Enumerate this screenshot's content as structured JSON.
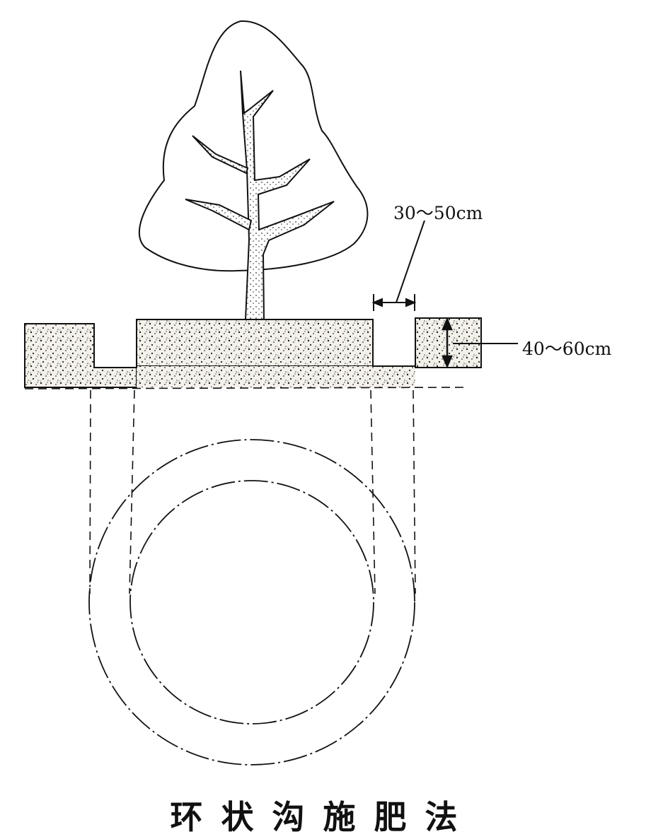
{
  "diagram": {
    "labels": {
      "trench_width": "30～50cm",
      "trench_depth": "40～60cm"
    },
    "caption": "环状沟施肥法",
    "colors": {
      "ink": "#111111",
      "soil": "#f2f0ea",
      "background": "#ffffff"
    }
  }
}
